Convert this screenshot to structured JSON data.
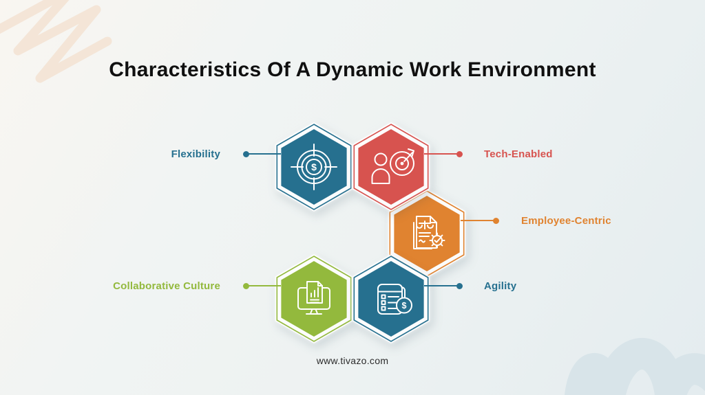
{
  "title": "Characteristics Of A Dynamic Work Environment",
  "footer": {
    "url": "www.tivazo.com"
  },
  "palette": {
    "background": "#eff3f2",
    "title_text": "#101010",
    "footer_text": "#2b2b2b",
    "scribble": "#f3e2d2",
    "wave": "#d8e4e9"
  },
  "items": [
    {
      "label": "Flexibility",
      "color": "#26708f",
      "icon": "target-dollar-icon",
      "icon_glyph": "$",
      "side": "left"
    },
    {
      "label": "Tech-Enabled",
      "color": "#d7534f",
      "icon": "person-target-icon",
      "icon_glyph": "",
      "side": "right"
    },
    {
      "label": "Employee-Centric",
      "color": "#e08330",
      "icon": "document-scales-gear-icon",
      "icon_glyph": "",
      "side": "right"
    },
    {
      "label": "Collaborative Culture",
      "color": "#93b93d",
      "icon": "monitor-report-icon",
      "icon_glyph": "",
      "side": "left"
    },
    {
      "label": "Agility",
      "color": "#26708f",
      "icon": "checklist-dollar-icon",
      "icon_glyph": "$",
      "side": "right"
    }
  ]
}
